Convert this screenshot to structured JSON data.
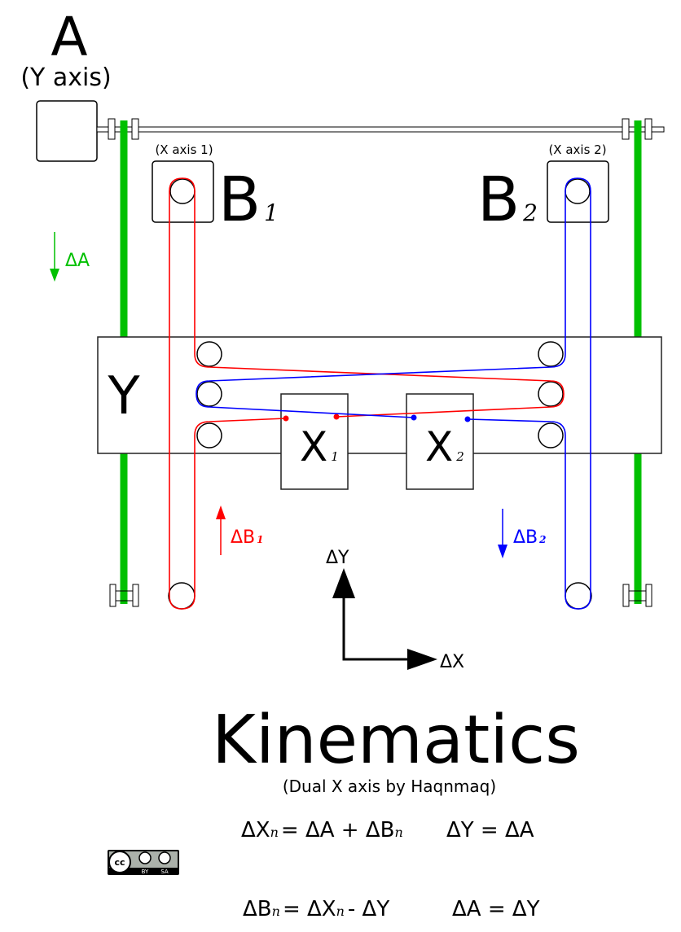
{
  "motor": {
    "label": "A",
    "sublabel": "(Y axis)"
  },
  "motor_b1": {
    "label": "B",
    "sub": "1",
    "caption": "(X axis 1)"
  },
  "motor_b2": {
    "label": "B",
    "sub": "2",
    "caption": "(X axis 2)"
  },
  "carriage": {
    "label": "Y"
  },
  "heads": [
    {
      "label": "X",
      "sub": "1"
    },
    {
      "label": "X",
      "sub": "2"
    }
  ],
  "deltas": {
    "a": {
      "label": "ΔA",
      "color": "#00c000"
    },
    "b1": {
      "label": "ΔB",
      "sub": "1",
      "color": "#ff0000"
    },
    "b2": {
      "label": "ΔB",
      "sub": "2",
      "color": "#0000ff"
    }
  },
  "axes": {
    "y": "ΔY",
    "x": "ΔX"
  },
  "title": "Kinematics",
  "subtitle": "(Dual X axis by Haqnmaq)",
  "formulas": {
    "f1": {
      "a": "ΔX",
      "n1": "n",
      "b": "= ΔA + ΔB",
      "n2": "n"
    },
    "f2": "ΔY = ΔA",
    "f3": {
      "a": "ΔB",
      "n1": "n",
      "b": "= ΔX",
      "n2": "n",
      "c": "- ΔY"
    },
    "f4": "ΔA = ΔY"
  },
  "license": {
    "cc": "cc",
    "by": "BY",
    "sa": "SA"
  },
  "colors": {
    "belt1": "#ff0000",
    "belt2": "#0000ff",
    "rail": "#00c000"
  }
}
